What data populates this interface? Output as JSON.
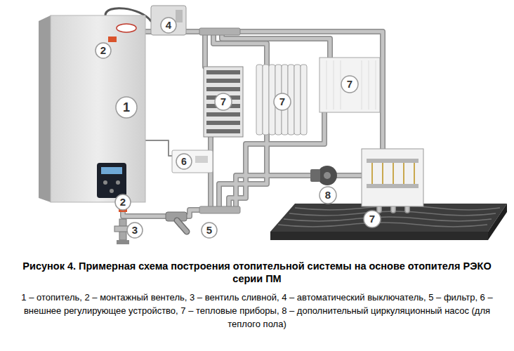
{
  "diagram": {
    "title": "Рисунок 4. Примерная схема построения отопительной системы на основе отопителя РЭКО серии ПМ",
    "caption": "1 – отопитель, 2 – монтажный вентель, 3 – вентиль сливной, 4 – автоматический выключатель, 5 – фильтр, 6 – внешнее регулирующее устройство, 7 – тепловые приборы, 8 – дополнительный циркуляционный насос (для теплого пола)",
    "labels": [
      "4",
      "2",
      "7",
      "7",
      "7",
      "1",
      "6",
      "8",
      "2",
      "7",
      "3",
      "5"
    ]
  }
}
